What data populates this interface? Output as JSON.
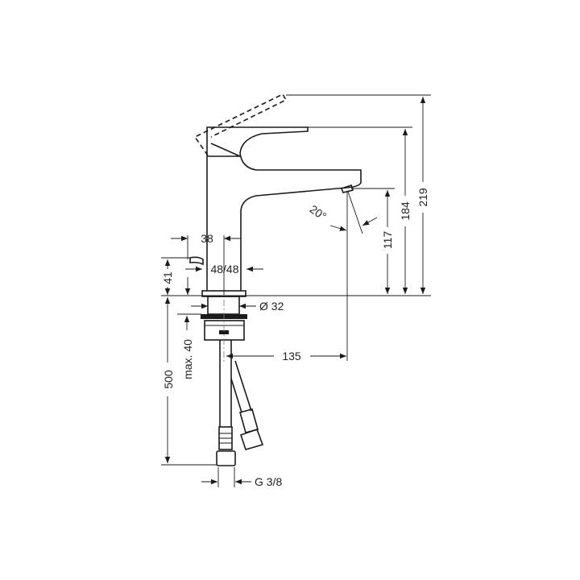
{
  "dimensions": {
    "total_height_lever_open": "219",
    "height_lever_top": "184",
    "spout_height": "117",
    "spout_angle": "20°",
    "lever_offset": "38",
    "base_size": "48/48",
    "popup_height": "41",
    "thread_diameter": "Ø 32",
    "max_deck_thickness": "max. 40",
    "hose_length": "500",
    "spout_reach": "135",
    "connection": "G 3/8"
  },
  "colors": {
    "line": "#1a1a1a",
    "background": "#ffffff"
  }
}
